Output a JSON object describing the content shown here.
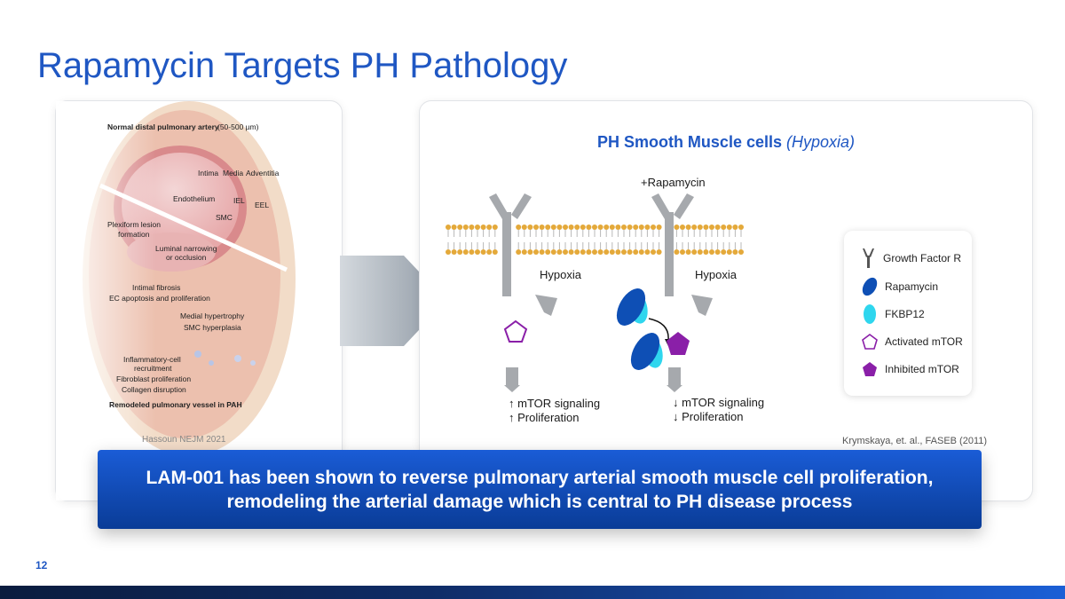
{
  "slide": {
    "title": "Rapamycin Targets PH Pathology",
    "page_number": "12"
  },
  "left_figure": {
    "heading_bold": "Normal distal pulmonary artery",
    "heading_rest": "(50-500 µm)",
    "labels": {
      "intima": "Intima",
      "media": "Media",
      "adventitia": "Adventitia",
      "endothelium": "Endothelium",
      "iel": "IEL",
      "eel": "EEL",
      "smc": "SMC",
      "plexiform_1": "Plexiform lesion",
      "plexiform_2": "formation",
      "luminal_1": "Luminal narrowing",
      "luminal_2": "or occlusion",
      "intimal_fibrosis": "Intimal fibrosis",
      "ec_apoptosis": "EC apoptosis and proliferation",
      "medial_hypertrophy": "Medial hypertrophy",
      "smc_hyperplasia": "SMC hyperplasia",
      "inflammatory_1": "Inflammatory-cell",
      "inflammatory_2": "recruitment",
      "fibroblast": "Fibroblast proliferation",
      "collagen": "Collagen disruption",
      "remodeled": "Remodeled pulmonary vessel in PAH"
    },
    "citation": "Hassoun NEJM 2021"
  },
  "right_figure": {
    "title_bold": "PH Smooth Muscle cells",
    "title_italic": "(Hypoxia)",
    "rapamycin_label": "+Rapamycin",
    "hypoxia_left": "Hypoxia",
    "hypoxia_right": "Hypoxia",
    "left_outcome_1": "↑ mTOR signaling",
    "left_outcome_2": "↑ Proliferation",
    "right_outcome_1": "↓ mTOR signaling",
    "right_outcome_2": "↓ Proliferation",
    "citation": "Krymskaya, et. al., FASEB (2011)"
  },
  "legend": {
    "items": [
      {
        "icon": "receptor-icon",
        "label": "Growth Factor R"
      },
      {
        "icon": "rapamycin-icon",
        "label": "Rapamycin",
        "color": "#0e4fb5"
      },
      {
        "icon": "fkbp12-icon",
        "label": "FKBP12",
        "color": "#2fd6ee"
      },
      {
        "icon": "activated-mtor-icon",
        "label": "Activated mTOR",
        "color": "#8a1fa8"
      },
      {
        "icon": "inhibited-mtor-icon",
        "label": "Inhibited mTOR",
        "color": "#8a1fa8"
      }
    ]
  },
  "banner": {
    "text": "LAM-001 has been shown to reverse pulmonary arterial smooth muscle cell proliferation, remodeling the arterial damage which is central to PH disease process",
    "color": "#1556c8"
  },
  "colors": {
    "accent": "#1f57c3",
    "receptor": "#a6a9ad",
    "membrane_head": "#e4a93a"
  }
}
